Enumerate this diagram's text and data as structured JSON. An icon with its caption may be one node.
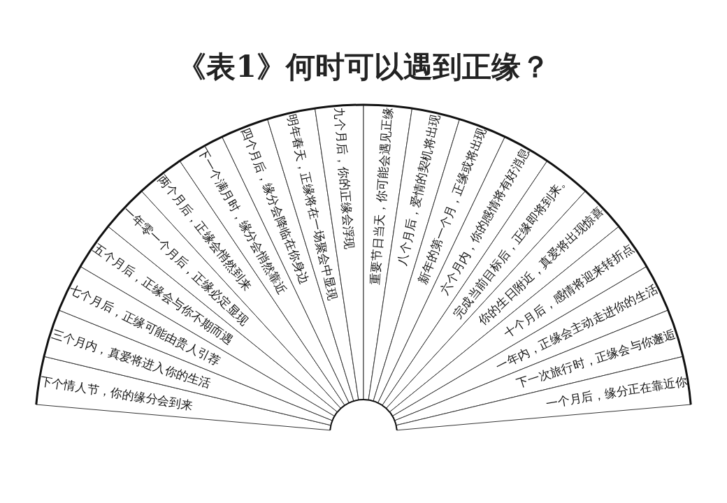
{
  "diagram": {
    "title": "《表1》何时可以遇到正缘？",
    "nodes": [
      {
        "text": [
          "下个情人节，你的缘分会到来"
        ]
      },
      {
        "text": [
          "三个月内，真爱将进入你的生活"
        ]
      },
      {
        "text": [
          "七个月后，正缘可能由贵人引荐"
        ]
      },
      {
        "text": [
          "五个月后，正缘会与你不期而遇"
        ]
      },
      {
        "text": [
          "一年零一个月后，正缘必定显现"
        ]
      },
      {
        "text": [
          "两个月后，正缘会悄然到来"
        ]
      },
      {
        "text": [
          "下一个满月时，缘分会悄然靠近"
        ]
      },
      {
        "text": [
          "四个月后，缘分会降临在你身边"
        ]
      },
      {
        "text": [
          "明年春天，正缘将在一场聚会中显现"
        ]
      },
      {
        "text": [
          "九个月后，你的正缘会浮现"
        ]
      },
      {
        "text": [
          "重要节日当天，你可能会遇见正缘"
        ]
      },
      {
        "text": [
          "八个月后，爱情的契机将出现"
        ]
      },
      {
        "text": [
          "新年的第一个月，正缘或将出现"
        ]
      },
      {
        "text": [
          "六个月内，你的感情将有好消息"
        ]
      },
      {
        "text": [
          "完成当前目标后，正缘即将到来。"
        ]
      },
      {
        "text": [
          "你的生日附近，真爱将出现惊喜"
        ]
      },
      {
        "text": [
          "十个月后，感情将迎来转折点"
        ]
      },
      {
        "text": [
          "一年内，正缘会主动走进你的生活"
        ]
      },
      {
        "text": [
          "下一次旅行时，正缘会与你邂逅"
        ]
      },
      {
        "text": [
          "一个月后，缘分正在靠近你"
        ]
      }
    ]
  }
}
